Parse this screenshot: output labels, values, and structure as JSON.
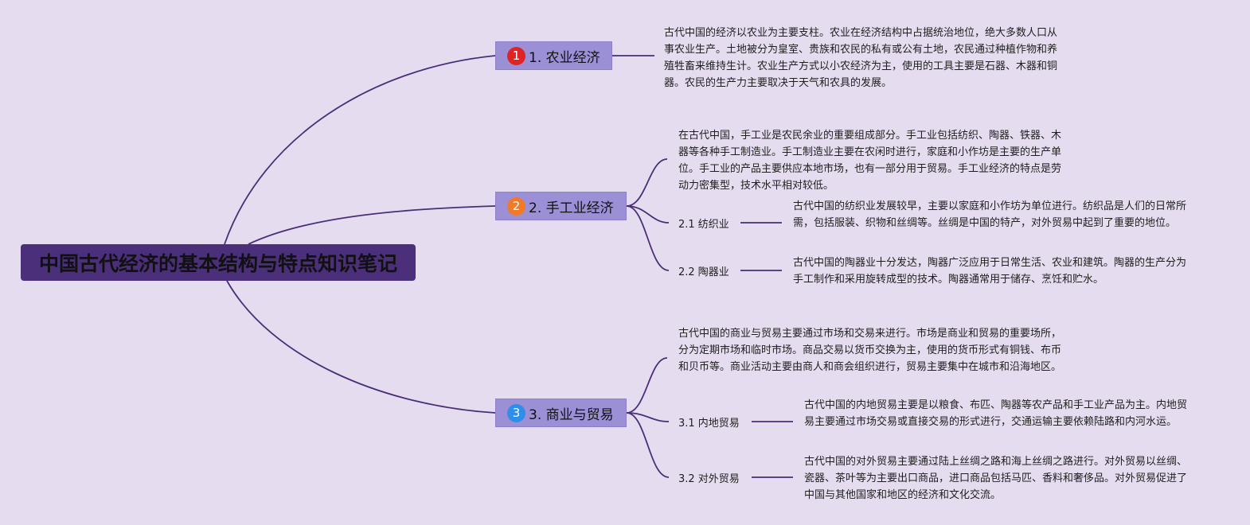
{
  "root": {
    "title": "中国古代经济的基本结构与特点知识笔记"
  },
  "colors": {
    "background": "#e5dcef",
    "root_fill": "#4b2f7a",
    "branch_fill": "#9b8fd6",
    "connector": "#4a2f78",
    "badge_1": "#e02424",
    "badge_2": "#f07a2a",
    "badge_3": "#2f8fe8"
  },
  "branches": [
    {
      "badge": "1",
      "label": "1. 农业经济",
      "description": "古代中国的经济以农业为主要支柱。农业在经济结构中占据统治地位，绝大多数人口从事农业生产。土地被分为皇室、贵族和农民的私有或公有土地，农民通过种植作物和养殖牲畜来维持生计。农业生产方式以小农经济为主，使用的工具主要是石器、木器和铜器。农民的生产力主要取决于天气和农具的发展。",
      "children": []
    },
    {
      "badge": "2",
      "label": "2. 手工业经济",
      "description": "在古代中国，手工业是农民余业的重要组成部分。手工业包括纺织、陶器、铁器、木器等各种手工制造业。手工制造业主要在农闲时进行，家庭和小作坊是主要的生产单位。手工业的产品主要供应本地市场，也有一部分用于贸易。手工业经济的特点是劳动力密集型，技术水平相对较低。",
      "children": [
        {
          "label": "2.1 纺织业",
          "description": "古代中国的纺织业发展较早，主要以家庭和小作坊为单位进行。纺织品是人们的日常所需，包括服装、织物和丝绸等。丝绸是中国的特产，对外贸易中起到了重要的地位。"
        },
        {
          "label": "2.2 陶器业",
          "description": "古代中国的陶器业十分发达，陶器广泛应用于日常生活、农业和建筑。陶器的生产分为手工制作和采用旋转成型的技术。陶器通常用于储存、烹饪和贮水。"
        }
      ]
    },
    {
      "badge": "3",
      "label": "3. 商业与贸易",
      "description": "古代中国的商业与贸易主要通过市场和交易来进行。市场是商业和贸易的重要场所，分为定期市场和临时市场。商品交易以货币交换为主，使用的货币形式有铜钱、布币和贝币等。商业活动主要由商人和商会组织进行，贸易主要集中在城市和沿海地区。",
      "children": [
        {
          "label": "3.1 内地贸易",
          "description": "古代中国的内地贸易主要是以粮食、布匹、陶器等农产品和手工业产品为主。内地贸易主要通过市场交易或直接交易的形式进行，交通运输主要依赖陆路和内河水运。"
        },
        {
          "label": "3.2 对外贸易",
          "description": "古代中国的对外贸易主要通过陆上丝绸之路和海上丝绸之路进行。对外贸易以丝绸、瓷器、茶叶等为主要出口商品，进口商品包括马匹、香料和奢侈品。对外贸易促进了中国与其他国家和地区的经济和文化交流。"
        }
      ]
    }
  ]
}
